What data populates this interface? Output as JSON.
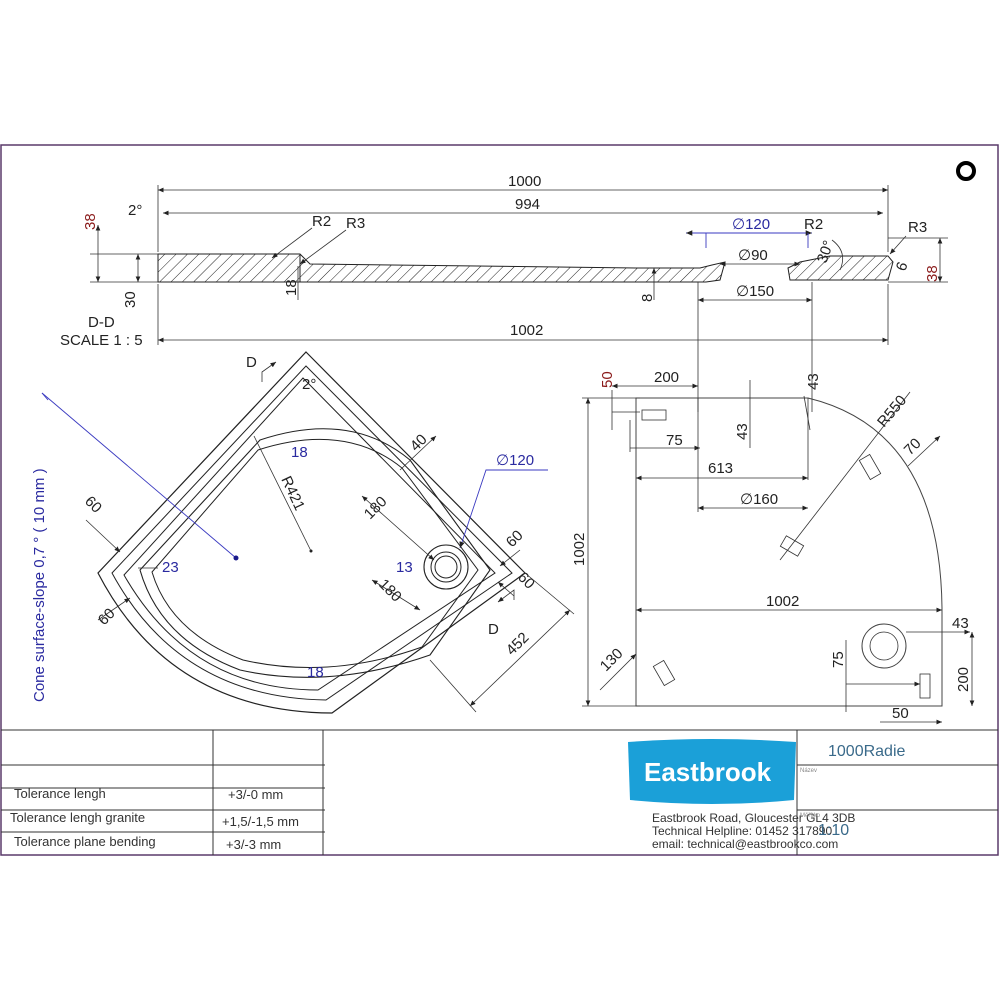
{
  "section_view": {
    "label": "D-D",
    "scale": "SCALE 1 : 5",
    "dims": {
      "overall_length": "1000",
      "inner_length": "994",
      "bottom_length": "1002",
      "height_left": "38",
      "height_right": "38",
      "base": "30",
      "angle": "2°",
      "r2_left": "R2",
      "r3_left": "R3",
      "r2_right": "R2",
      "r3_right": "R3",
      "depth": "18",
      "drain_depth": "8",
      "waste_diameter": "∅120",
      "waste_inner": "∅90",
      "waste_outer": "∅150",
      "angle_30": "30°",
      "small_right": "6"
    }
  },
  "plan_view": {
    "section_marker_top": "D",
    "section_marker_bottom": "D",
    "angle": "2°",
    "radius": "R421",
    "rim_top": "18",
    "rim_bottom": "18",
    "rim_side": "23",
    "rim_width": "40",
    "waste": "∅120",
    "waste_offset_a": "180",
    "waste_offset_b": "180",
    "waste_ring": "13",
    "corner_a": "60",
    "corner_b": "60",
    "corner_c": "60",
    "corner_d": "60",
    "diagonal": "452",
    "cone_note": "Cone surface-slope  0,7 ° ( 10 mm )"
  },
  "bottom_view": {
    "dims": {
      "d50": "50",
      "d200": "200",
      "d75": "75",
      "d43a": "43",
      "d43b": "43",
      "d613": "613",
      "d160": "∅160",
      "r550": "R550",
      "d70": "70",
      "height": "1002",
      "width": "1002",
      "d130": "130",
      "d75b": "75",
      "d43c": "43",
      "d200b": "200",
      "d50b": "50"
    }
  },
  "title_block": {
    "tolerances": [
      {
        "label": "Tolerance lengh",
        "value": "+3/-0 mm"
      },
      {
        "label": "Tolerance lengh granite",
        "value": "+1,5/-1,5 mm"
      },
      {
        "label": "Tolerance plane bending",
        "value": "+3/-3 mm"
      }
    ],
    "logo": "Eastbrook",
    "address": "Eastbrook Road, Gloucester GL4 3DB",
    "helpline": "Technical Helpline: 01452 317890",
    "email": "email: technical@eastbrookco.com",
    "title_caption": "Název",
    "title": "1000Radie",
    "scale_caption": "Měřítko",
    "scale": "1:10"
  },
  "colors": {
    "logo_bg": "#1ba0d8",
    "dimension_blue": "#2a2aa0",
    "dimension_red": "#8a1a1a",
    "frame": "#5a3a6a"
  }
}
